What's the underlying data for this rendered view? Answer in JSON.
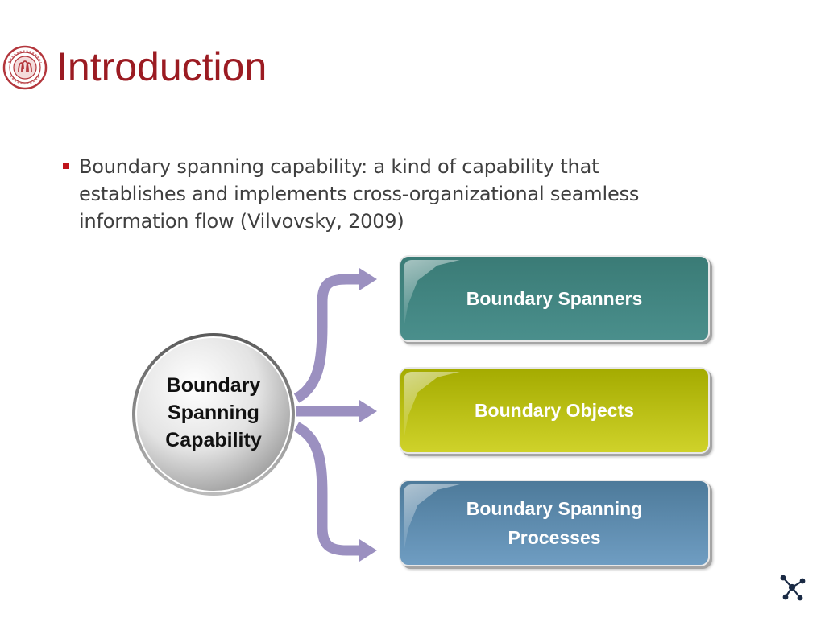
{
  "slide": {
    "title": "Introduction",
    "bullets": [
      "Boundary spanning capability: a kind of capability that establishes and implements cross-organizational seamless information flow (Vilvovsky, 2009)"
    ]
  },
  "diagram": {
    "hub_lines": [
      "Boundary",
      "Spanning",
      "Capability"
    ],
    "boxes": [
      {
        "label": "Boundary Spanners",
        "color": "#44857f"
      },
      {
        "label": "Boundary Objects",
        "color": "#bcc116"
      },
      {
        "label": "Boundary Spanning Processes",
        "color": "#5f8db1"
      }
    ],
    "arrow_color": "#9b90c0"
  },
  "icons": {
    "logo": "university-seal-icon",
    "nav": "network-node-icon"
  },
  "colors": {
    "title": "#9b1b22",
    "bullet_marker": "#c0141c"
  }
}
